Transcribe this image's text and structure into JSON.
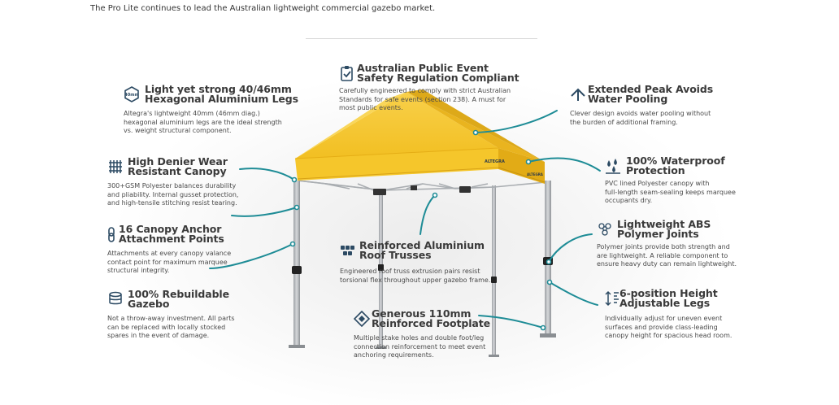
{
  "intro": "The Pro Lite continues to lead the Australian lightweight commercial gazebo market.",
  "brand_text": "ALTEGRA",
  "icon_text_40mm": "40mm",
  "features": [
    {
      "key": "legs",
      "title1": "Light yet strong 40/46mm",
      "title2": "Hexagonal Aluminium Legs",
      "l1": "Altegra's lightweight 40mm (46mm diag.)",
      "l2": "hexagonal aluminium legs are the ideal strength",
      "l3": "vs. weight structural component.",
      "icon": "hexagon-40mm-icon"
    },
    {
      "key": "safety",
      "title1": "Australian Public Event",
      "title2": "Safety Regulation Compliant",
      "l1": "Carefully engineered to comply with strict Australian",
      "l2": "Standards for safe events (section 238). A must for",
      "l3": "most public events.",
      "icon": "clipboard-check-icon"
    },
    {
      "key": "peak",
      "title1": "Extended Peak Avoids",
      "title2": "Water Pooling",
      "l1": "Clever design avoids water pooling without",
      "l2": "the burden of additional framing.",
      "l3": "",
      "icon": "peak-arrow-icon"
    },
    {
      "key": "denier",
      "title1": "High Denier Wear",
      "title2": "Resistant Canopy",
      "l1": "300+GSM Polyester balances durability",
      "l2": "and pliability. Internal gusset protection,",
      "l3": "and high-tensile stitching resist tearing.",
      "icon": "fabric-weave-icon"
    },
    {
      "key": "waterproof",
      "title1": "100% Waterproof",
      "title2": "Protection",
      "l1": "PVC lined Polyester canopy with",
      "l2": "full-length seam-sealing keeps marquee",
      "l3": "occupants dry.",
      "icon": "water-drops-icon"
    },
    {
      "key": "anchor",
      "title1": "16 Canopy Anchor",
      "title2": "Attachment Points",
      "l1": "Attachments at every canopy valance",
      "l2": "contact point for maximum marquee",
      "l3": "structural integrity.",
      "icon": "chain-link-icon"
    },
    {
      "key": "abs",
      "title1": "Lightweight ABS",
      "title2": "Polymer Joints",
      "l1": "Polymer joints provide both strength and",
      "l2": "are lightweight. A reliable component to",
      "l3": "ensure heavy duty can remain lightweight.",
      "icon": "polymer-joint-icon"
    },
    {
      "key": "truss",
      "title1": "Reinforced Aluminium",
      "title2": "Roof Trusses",
      "l1": "Engineered roof truss extrusion pairs resist",
      "l2": "torsional flex throughout upper gazebo frame.",
      "l3": "",
      "icon": "truss-icon"
    },
    {
      "key": "rebuild",
      "title1": "100% Rebuildable",
      "title2": "Gazebo",
      "l1": "Not a throw-away investment. All parts",
      "l2": "can be replaced with locally stocked",
      "l3": "spares in the event of damage.",
      "icon": "rebuild-stack-icon"
    },
    {
      "key": "height",
      "title1": "6-position Height",
      "title2": "Adjustable Legs",
      "l1": "Individually adjust for uneven event",
      "l2": "surfaces and provide class-leading",
      "l3": "canopy height for spacious head room.",
      "icon": "height-adjust-icon"
    },
    {
      "key": "footplate",
      "title1": "Generous 110mm",
      "title2": "Reinforced Footplate",
      "l1": "Multiple stake holes and double foot/leg",
      "l2": "connection reinforcement to meet event",
      "l3": "anchoring requirements.",
      "icon": "footplate-icon"
    }
  ],
  "colors": {
    "canopy": "#f5c62b",
    "canopy_shade": "#e7b31f",
    "canopy_dark": "#d9a316",
    "frame": "#b9bcc0",
    "accent": "#1e8c96",
    "icon": "#2c4a63",
    "text": "#3a3a3a"
  }
}
